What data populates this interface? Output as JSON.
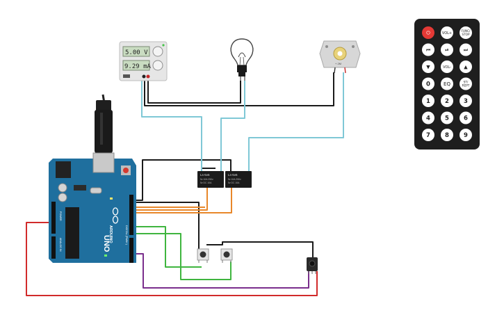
{
  "power_supply": {
    "voltage": "5.00 V",
    "current": "9.29 mA"
  },
  "arduino": {
    "brand": "ARDUINO",
    "model": "UNO",
    "digital_label": "DIGITAL (PWM~)",
    "power_label": "POWER",
    "analog_label": "ANALOG IN"
  },
  "relays": [
    {
      "line1": "Ls-5v6",
      "line2": "5v 10A 250v",
      "line3": "5v DC 10A"
    },
    {
      "line1": "Ls-5v6",
      "line2": "5v 10A 250v",
      "line3": "5v DC 10A"
    }
  ],
  "motor": {
    "label": "+ 2M"
  },
  "remote": {
    "rows": [
      [
        {
          "label": "⏻",
          "name": "power-button"
        },
        {
          "label": "VOL+",
          "name": "vol-up-button"
        },
        {
          "label": "FUNC/\nSTOP",
          "name": "func-stop-button"
        }
      ],
      [
        {
          "label": "⏮",
          "name": "prev-button"
        },
        {
          "label": "⏯",
          "name": "play-pause-button"
        },
        {
          "label": "⏭",
          "name": "next-button"
        }
      ],
      [
        {
          "label": "▼",
          "name": "down-button"
        },
        {
          "label": "VOL-",
          "name": "vol-down-button"
        },
        {
          "label": "▲",
          "name": "up-button"
        }
      ],
      [
        {
          "label": "0",
          "name": "digit-0-button"
        },
        {
          "label": "EQ",
          "name": "eq-button"
        },
        {
          "label": "ST/\nREPT",
          "name": "st-rept-button"
        }
      ],
      [
        {
          "label": "1",
          "name": "digit-1-button"
        },
        {
          "label": "2",
          "name": "digit-2-button"
        },
        {
          "label": "3",
          "name": "digit-3-button"
        }
      ],
      [
        {
          "label": "4",
          "name": "digit-4-button"
        },
        {
          "label": "5",
          "name": "digit-5-button"
        },
        {
          "label": "6",
          "name": "digit-6-button"
        }
      ],
      [
        {
          "label": "7",
          "name": "digit-7-button"
        },
        {
          "label": "8",
          "name": "digit-8-button"
        },
        {
          "label": "9",
          "name": "digit-9-button"
        }
      ]
    ]
  },
  "colors": {
    "wire_black": "#1a1a1a",
    "wire_cyan": "#7fc8d6",
    "wire_orange": "#e8872a",
    "wire_green": "#3fb53f",
    "wire_purple": "#7a2e8c",
    "wire_red": "#d12a2a",
    "arduino": "#1f6f9e",
    "relay": "#1b1b1b",
    "remote": "#1e1e1e",
    "remote_power": "#e53935"
  }
}
